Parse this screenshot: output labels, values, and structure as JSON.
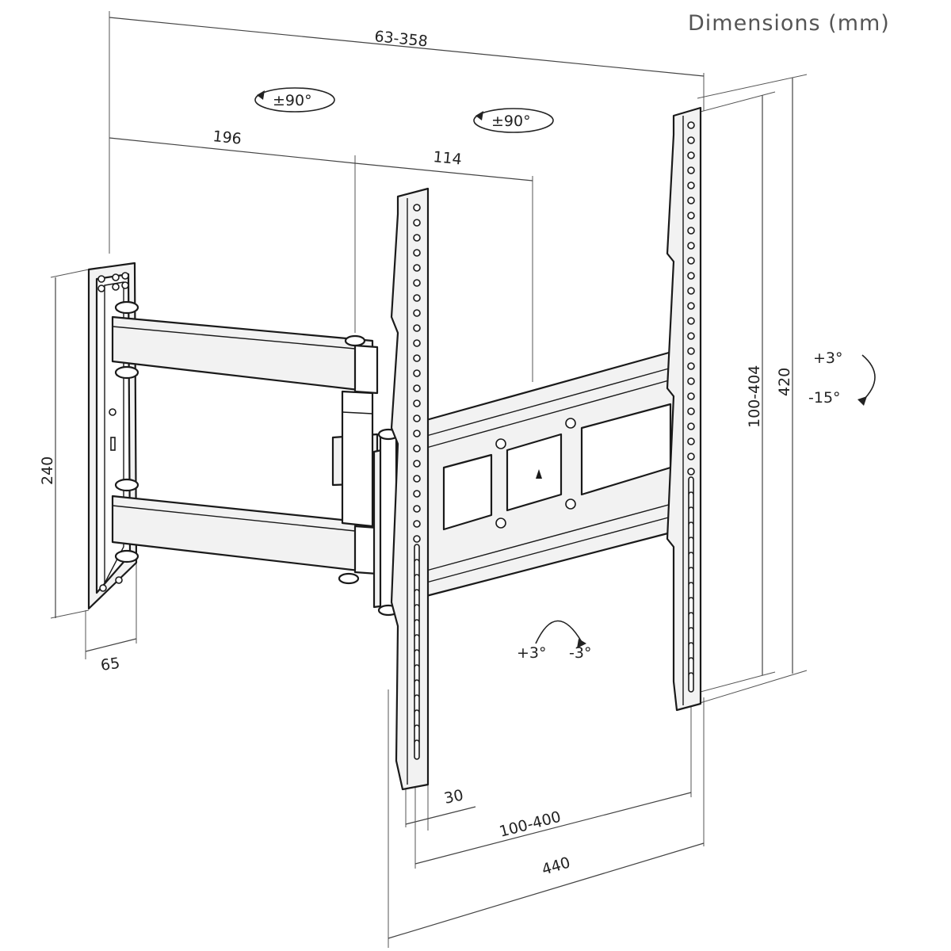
{
  "title": "Dimensions (mm)",
  "dimensions": {
    "overall_depth": "63-358",
    "arm_length_1": "196",
    "arm_length_2": "114",
    "wall_plate_height": "240",
    "wall_plate_width": "65",
    "vesa_vertical": "100-404",
    "bracket_height": "420",
    "profile_depth": "30",
    "vesa_horizontal": "100-400",
    "bracket_width": "440"
  },
  "rotations": {
    "swivel_arm": "±90°",
    "swivel_head": "±90°",
    "tilt_up": "+3°",
    "tilt_down": "-15°",
    "level_cw": "+3°",
    "level_ccw": "-3°"
  },
  "colors": {
    "line": "#1a1a1a",
    "text": "#222222",
    "title": "#555555"
  }
}
